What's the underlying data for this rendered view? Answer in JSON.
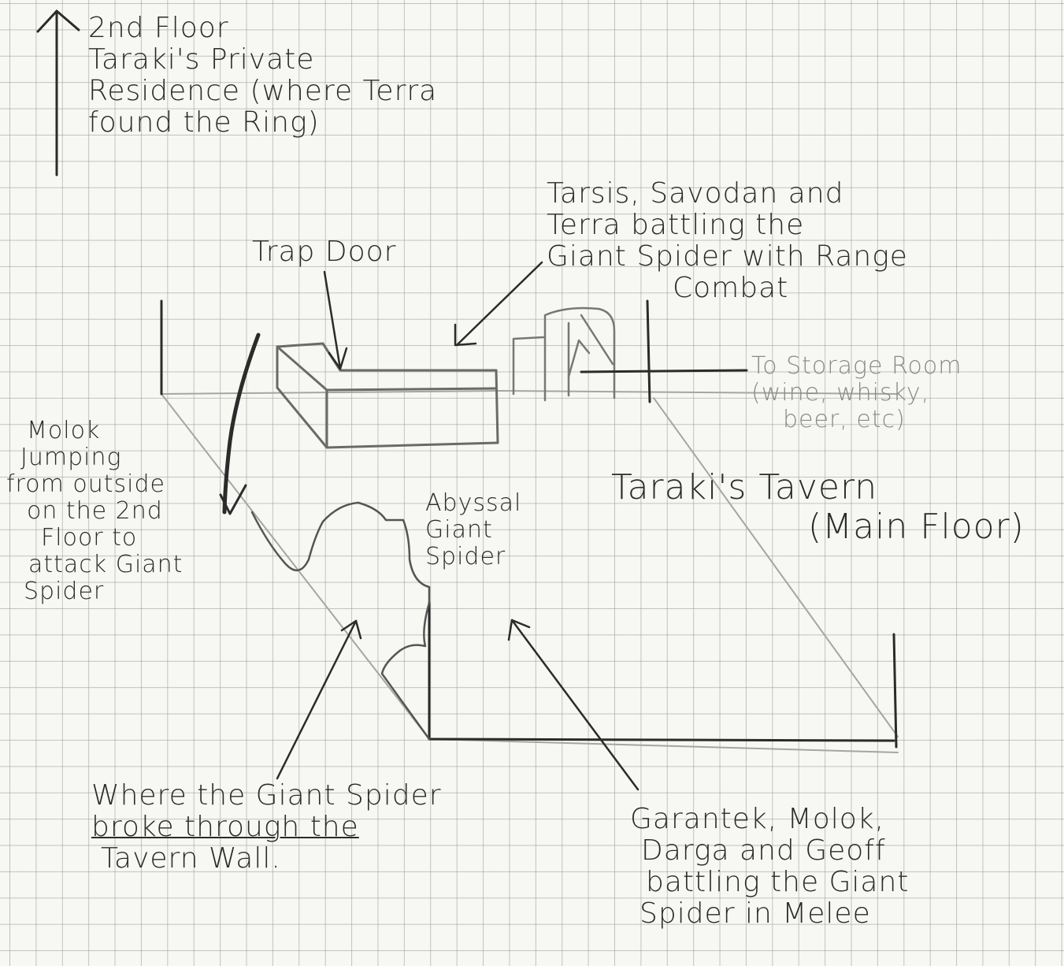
{
  "labels": {
    "second_floor": [
      "2nd Floor",
      "Taraki's Private",
      "Residence (where Terra",
      "found the Ring)"
    ],
    "ranged_party": [
      "Tarsis, Savodan and",
      "Terra battling the",
      "Giant Spider with Range",
      "Combat"
    ],
    "trap_door": "Trap Door",
    "storage_room": [
      "To Storage Room",
      "(wine, whisky,",
      "beer, etc)"
    ],
    "tavern": [
      "Taraki's Tavern",
      "(Main Floor)"
    ],
    "molok": [
      "Molok",
      "Jumping",
      "from outside",
      "on the 2nd",
      "Floor to",
      "attack Giant",
      "Spider"
    ],
    "spider": [
      "Abyssal",
      "Giant",
      "Spider"
    ],
    "wall_breach": [
      "Where the Giant Spider",
      "broke through the",
      "Tavern Wall."
    ],
    "melee_party": [
      "Garantek, Molok,",
      "Darga and Geoff",
      "battling the Giant",
      "Spider in Melee"
    ]
  },
  "colors": {
    "ink": "#2b2b2b",
    "pencil": "#9a9a9a",
    "paper": "#f7f7f3",
    "grid": "#969696"
  }
}
